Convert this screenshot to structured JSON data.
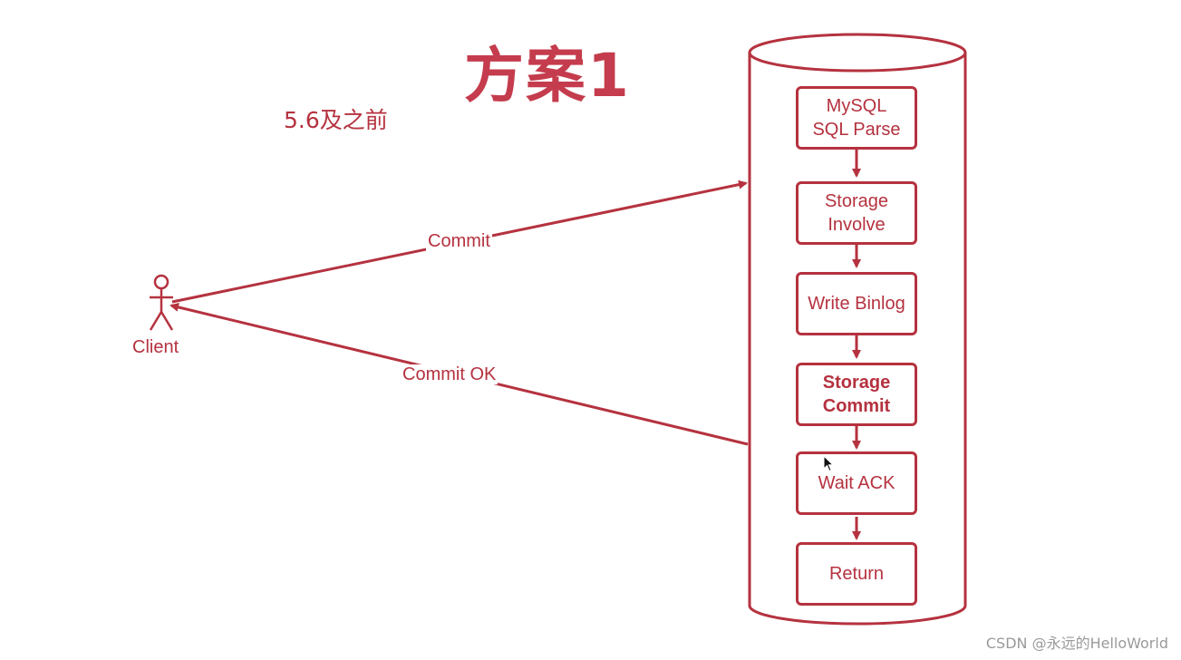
{
  "title": "方案1",
  "subtitle": "5.6及之前",
  "actor": {
    "label": "Client"
  },
  "edges": {
    "commit": "Commit",
    "commit_ok": "Commit OK"
  },
  "steps": [
    {
      "label": "MySQL\nSQL Parse",
      "bold": false
    },
    {
      "label": "Storage\nInvolve",
      "bold": false
    },
    {
      "label": "Write Binlog",
      "bold": false
    },
    {
      "label": "Storage\nCommit",
      "bold": true
    },
    {
      "label": "Wait ACK",
      "bold": false
    },
    {
      "label": "Return",
      "bold": false
    }
  ],
  "watermark": "CSDN @永远的HelloWorld",
  "colors": {
    "accent": "#b5323f",
    "title": "#c43c4d"
  }
}
